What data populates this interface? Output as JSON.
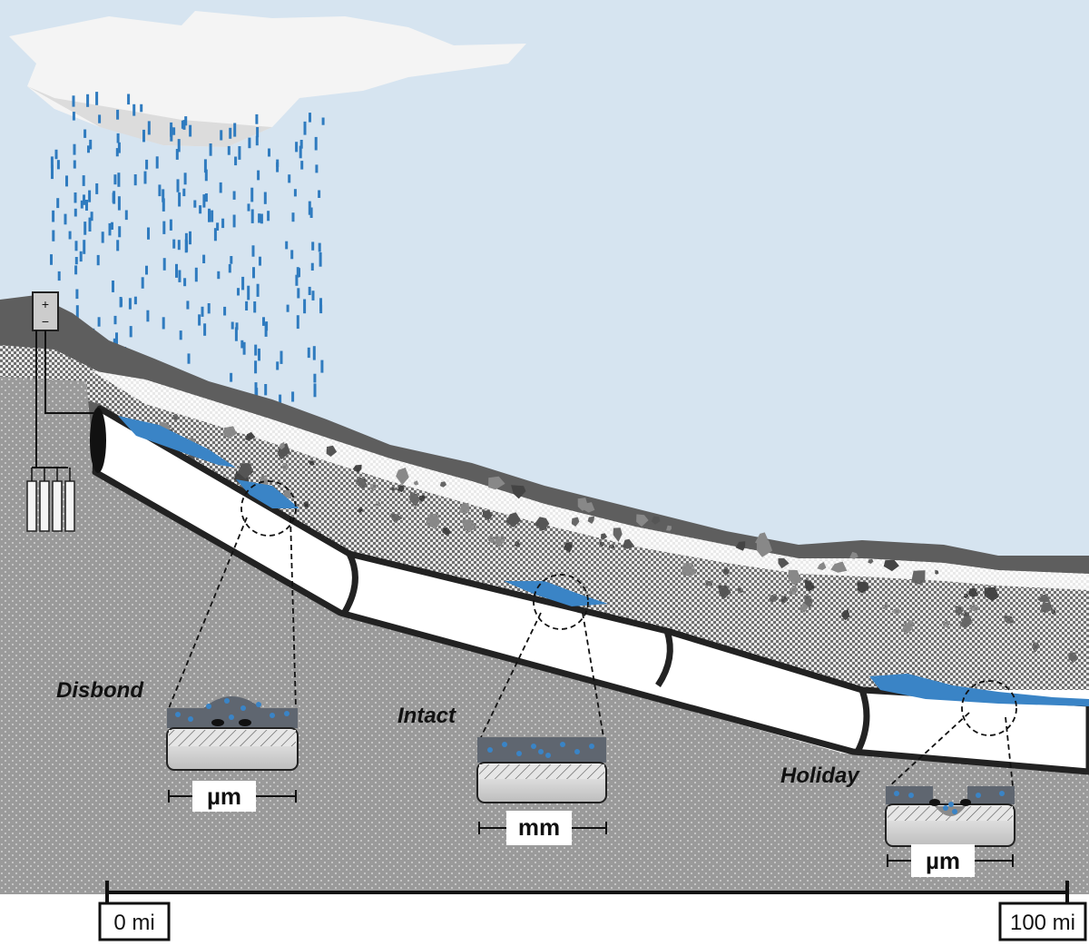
{
  "labels": {
    "disbond": "Disbond",
    "intact": "Intact",
    "holiday": "Holiday"
  },
  "scales": {
    "disbond": "µm",
    "intact": "mm",
    "holiday": "µm"
  },
  "axis": {
    "start": "0 mi",
    "end": "100 mi"
  },
  "battery": {
    "plus": "+",
    "minus": "−"
  },
  "colors": {
    "sky": "#d6e4f0",
    "cloud": "#f4f4f4",
    "rain": "#2f7bbf",
    "water": "#3a84c6",
    "soil": "#9a9a9a",
    "topsoil": "#5e5e5e",
    "gravel": "#c9c9c9",
    "pipe": "#ffffff",
    "pipe_outline": "#222222",
    "coating": "#5f6670",
    "metal": "#e6e6e6"
  }
}
